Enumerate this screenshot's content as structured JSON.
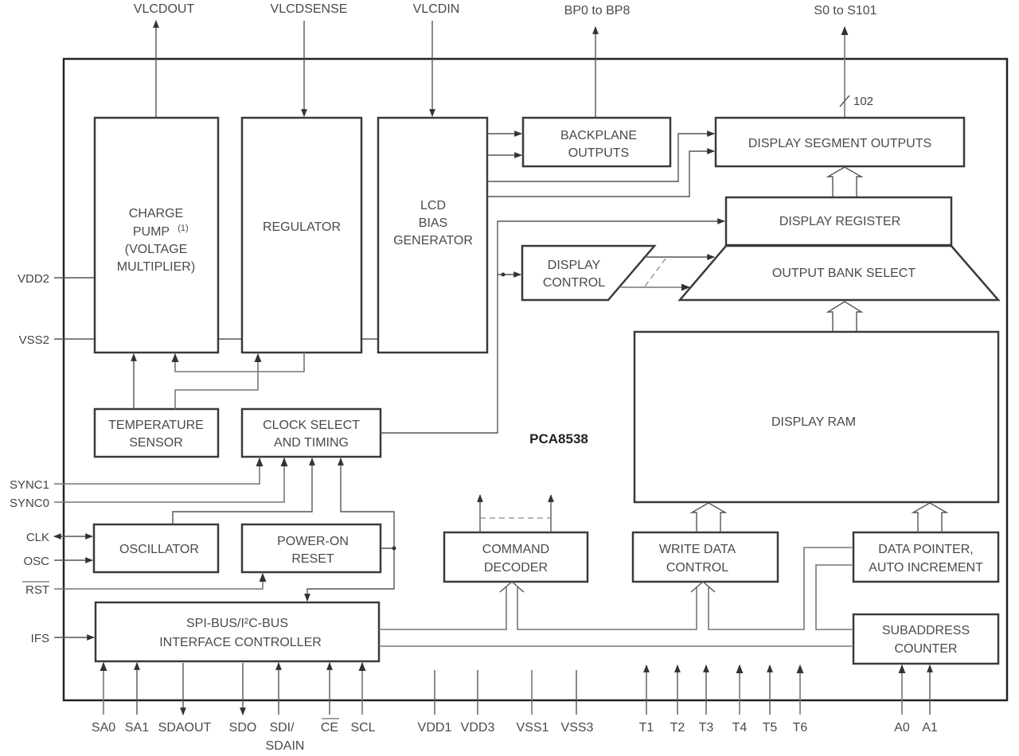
{
  "diagram": {
    "chip_name": "PCA8538",
    "blocks": {
      "charge_pump": [
        "CHARGE",
        "PUMP",
        "(VOLTAGE",
        "MULTIPLIER)"
      ],
      "charge_pump_note": "(1)",
      "regulator": [
        "REGULATOR"
      ],
      "lcd_bias": [
        "LCD",
        "BIAS",
        "GENERATOR"
      ],
      "backplane": [
        "BACKPLANE",
        "OUTPUTS"
      ],
      "segment_outputs": [
        "DISPLAY SEGMENT OUTPUTS"
      ],
      "display_register": [
        "DISPLAY REGISTER"
      ],
      "display_control": [
        "DISPLAY",
        "CONTROL"
      ],
      "output_bank_select": [
        "OUTPUT BANK SELECT"
      ],
      "display_ram": [
        "DISPLAY RAM"
      ],
      "temperature_sensor": [
        "TEMPERATURE",
        "SENSOR"
      ],
      "clock_select": [
        "CLOCK SELECT",
        "AND TIMING"
      ],
      "oscillator": [
        "OSCILLATOR"
      ],
      "power_on_reset": [
        "POWER-ON",
        "RESET"
      ],
      "interface_controller": [
        "SPI-BUS/I²C-BUS",
        "INTERFACE CONTROLLER"
      ],
      "command_decoder": [
        "COMMAND",
        "DECODER"
      ],
      "write_data_control": [
        "WRITE DATA",
        "CONTROL"
      ],
      "data_pointer": [
        "DATA POINTER,",
        "AUTO INCREMENT"
      ],
      "subaddress_counter": [
        "SUBADDRESS",
        "COUNTER"
      ]
    },
    "pins_top": [
      "VLCDOUT",
      "VLCDSENSE",
      "VLCDIN",
      "BP0 to BP8",
      "S0 to S101"
    ],
    "bus_width_label": "102",
    "pins_left": [
      "VDD2",
      "VSS2",
      "SYNC1",
      "SYNC0",
      "CLK",
      "OSC",
      "RST",
      "IFS"
    ],
    "pins_bottom": [
      "SA0",
      "SA1",
      "SDAOUT",
      "SDO",
      "SDI/",
      "SDAIN",
      "CE",
      "SCL",
      "VDD1",
      "VDD3",
      "VSS1",
      "VSS3",
      "T1",
      "T2",
      "T3",
      "T4",
      "T5",
      "T6",
      "A0",
      "A1"
    ]
  }
}
